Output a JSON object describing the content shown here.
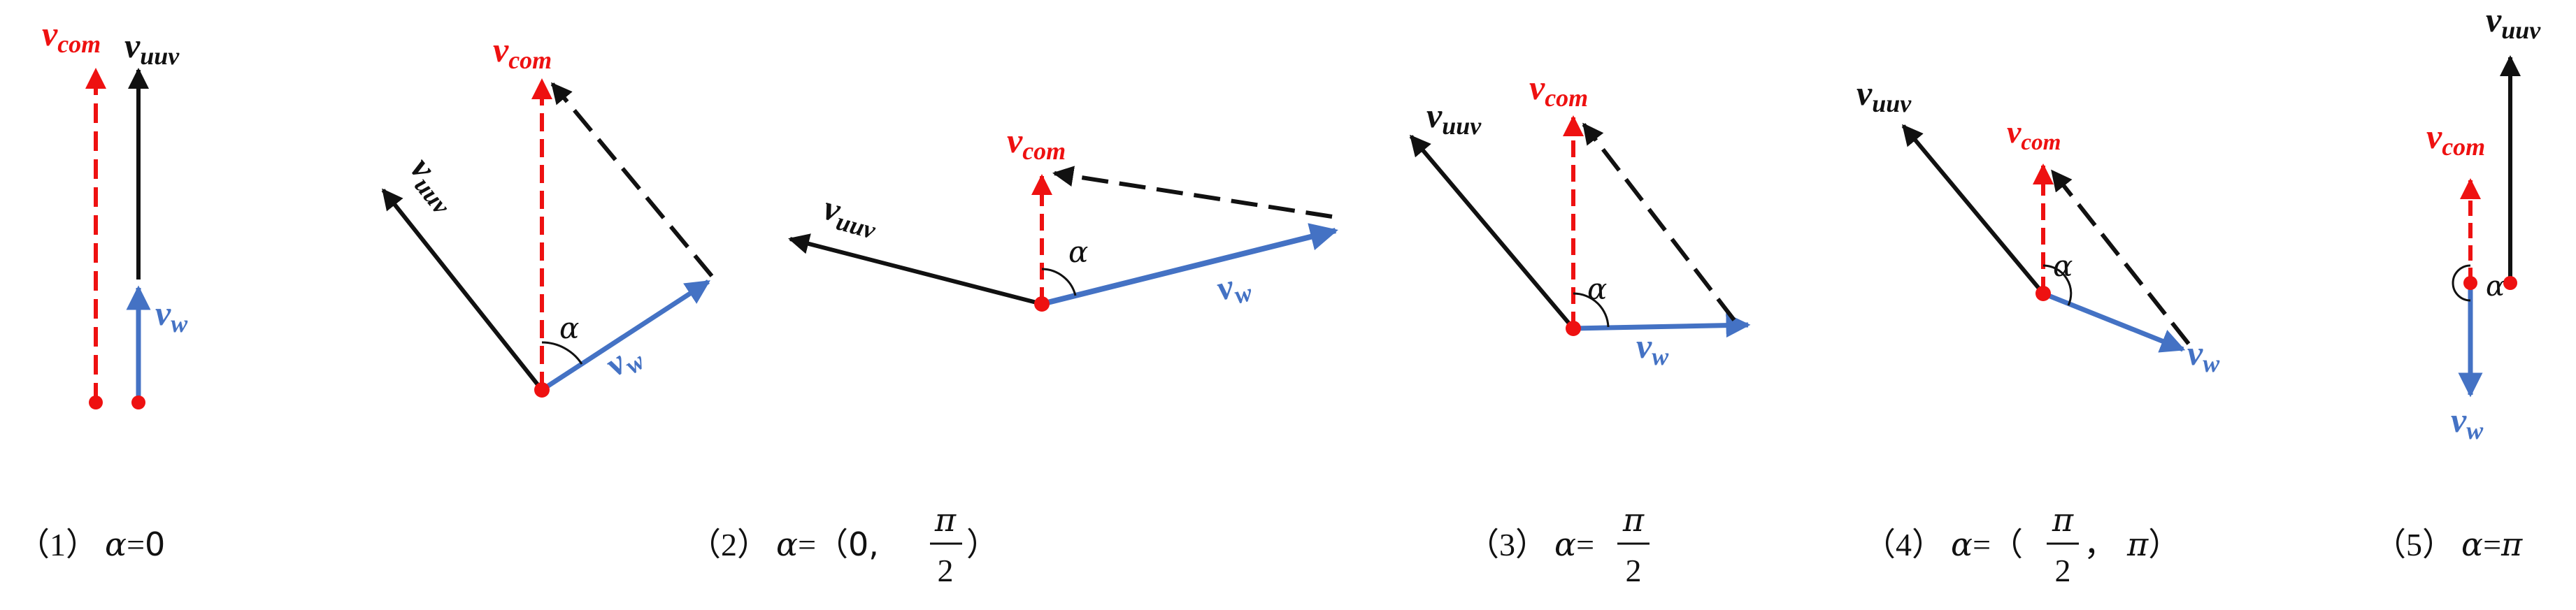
{
  "colors": {
    "black": "#111111",
    "red": "#ee1111",
    "blue": "#4472c4"
  },
  "symbols": {
    "v": "v",
    "sub_com": "com",
    "sub_uuv": "uuv",
    "sub_w": "w",
    "alpha": "α"
  },
  "captions": [
    {
      "num": "（1）",
      "alpha": "α",
      "eq": "=",
      "val": "0"
    },
    {
      "num": "（2）",
      "alpha": "α",
      "eq": "=",
      "open": "（",
      "val": "0,",
      "frac_num": "π",
      "frac_den": "2",
      "close": "）"
    },
    {
      "num": "（3）",
      "alpha": "α",
      "eq": "=",
      "frac_num": "π",
      "frac_den": "2"
    },
    {
      "num": "（4）",
      "alpha": "α",
      "eq": "=",
      "open": "（",
      "frac_num": "π",
      "frac_den": "2",
      "sep": "，",
      "val2": "π",
      "close": "）"
    },
    {
      "num": "（5）",
      "alpha": "α",
      "eq": "=",
      "val": "π"
    }
  ]
}
